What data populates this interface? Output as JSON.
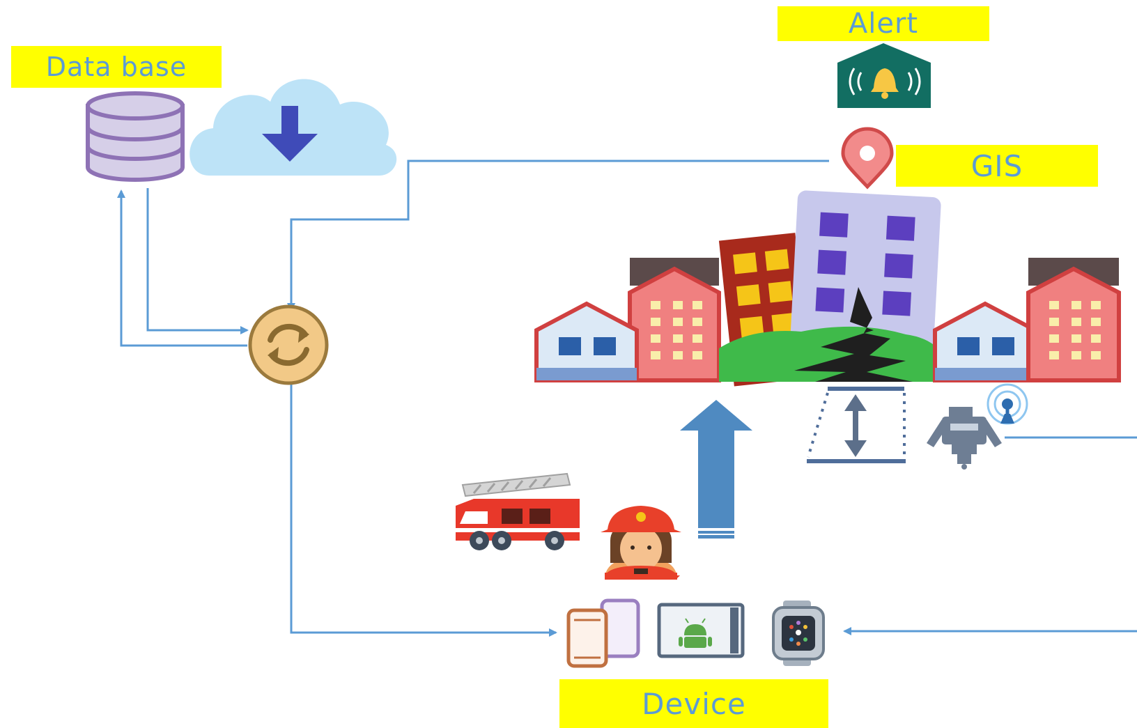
{
  "labels": {
    "database": "Data base",
    "alert": "Alert",
    "gis": "GIS",
    "device": "Device"
  },
  "icons": [
    "database-icon",
    "cloud-download-icon",
    "sync-icon",
    "alert-bell-icon",
    "location-pin-icon",
    "earthquake-city-icon",
    "seismic-sensor-icon",
    "robot-antenna-icon",
    "fire-truck-icon",
    "firefighter-icon",
    "up-arrow-icon",
    "mobile-phones-icon",
    "android-tablet-icon",
    "smartwatch-icon"
  ],
  "colors": {
    "label_bg": "#ffff00",
    "label_text": "#5b9bd5",
    "connector": "#5b9bd5"
  }
}
